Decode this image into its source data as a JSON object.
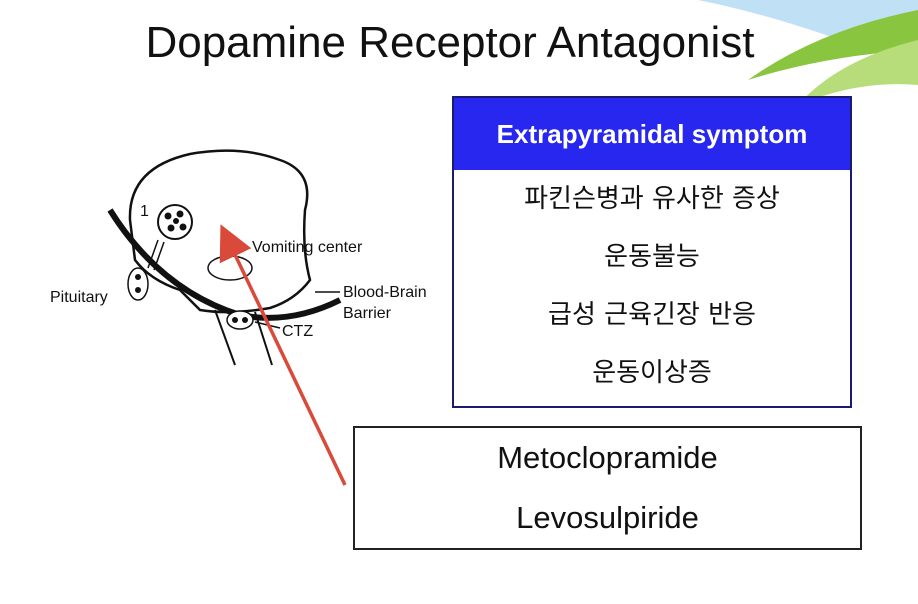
{
  "slide": {
    "title": "Dopamine Receptor Antagonist"
  },
  "diagram": {
    "labels": {
      "site_number": "1",
      "vomiting_center": "Vomiting center",
      "pituitary": "Pituitary",
      "bbb_line1": "Blood-Brain",
      "bbb_line2": "Barrier",
      "ctz": "CTZ"
    }
  },
  "symptom_box": {
    "header": "Extrapyramidal symptom",
    "items": [
      "파킨슨병과 유사한 증상",
      "운동불능",
      "급성 근육긴장 반응",
      "운동이상증"
    ]
  },
  "drug_box": {
    "items": [
      "Metoclopramide",
      "Levosulpiride"
    ]
  },
  "colors": {
    "header_blue": "#2727f0",
    "arrow_red": "#d94a3a",
    "swoosh_green": "#8ac53f",
    "swoosh_blue": "#5aa0d8"
  }
}
